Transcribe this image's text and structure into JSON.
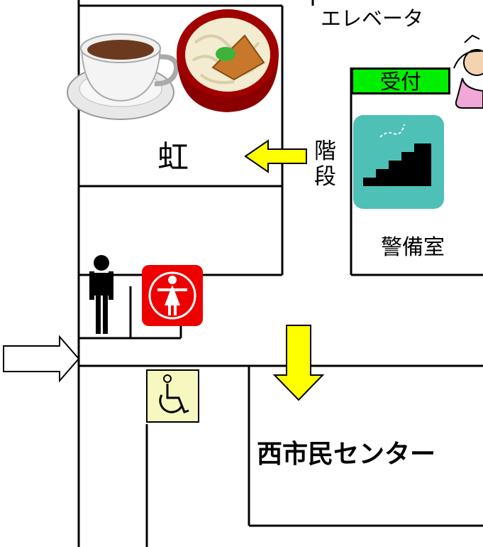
{
  "map": {
    "rooms": {
      "rainbow": "虹",
      "elevator": "エレベータ",
      "reception": "受付",
      "stairs": "階段",
      "security": "警備室",
      "center": "西市民センター"
    },
    "icons": [
      "coffee-cup-icon",
      "udon-bowl-icon",
      "stairs-icon",
      "male-restroom-icon",
      "female-restroom-icon",
      "wheelchair-accessible-icon",
      "receptionist-icon",
      "entrance-arrow-icon",
      "direction-arrow-icon"
    ],
    "colors": {
      "reception_bg": "#00ee00",
      "stairs_sign": "#4ec0b6",
      "female_sign": "#ee0000",
      "accessible_sign": "#f7f7c0",
      "yellow_arrow": "#ffff00"
    }
  }
}
